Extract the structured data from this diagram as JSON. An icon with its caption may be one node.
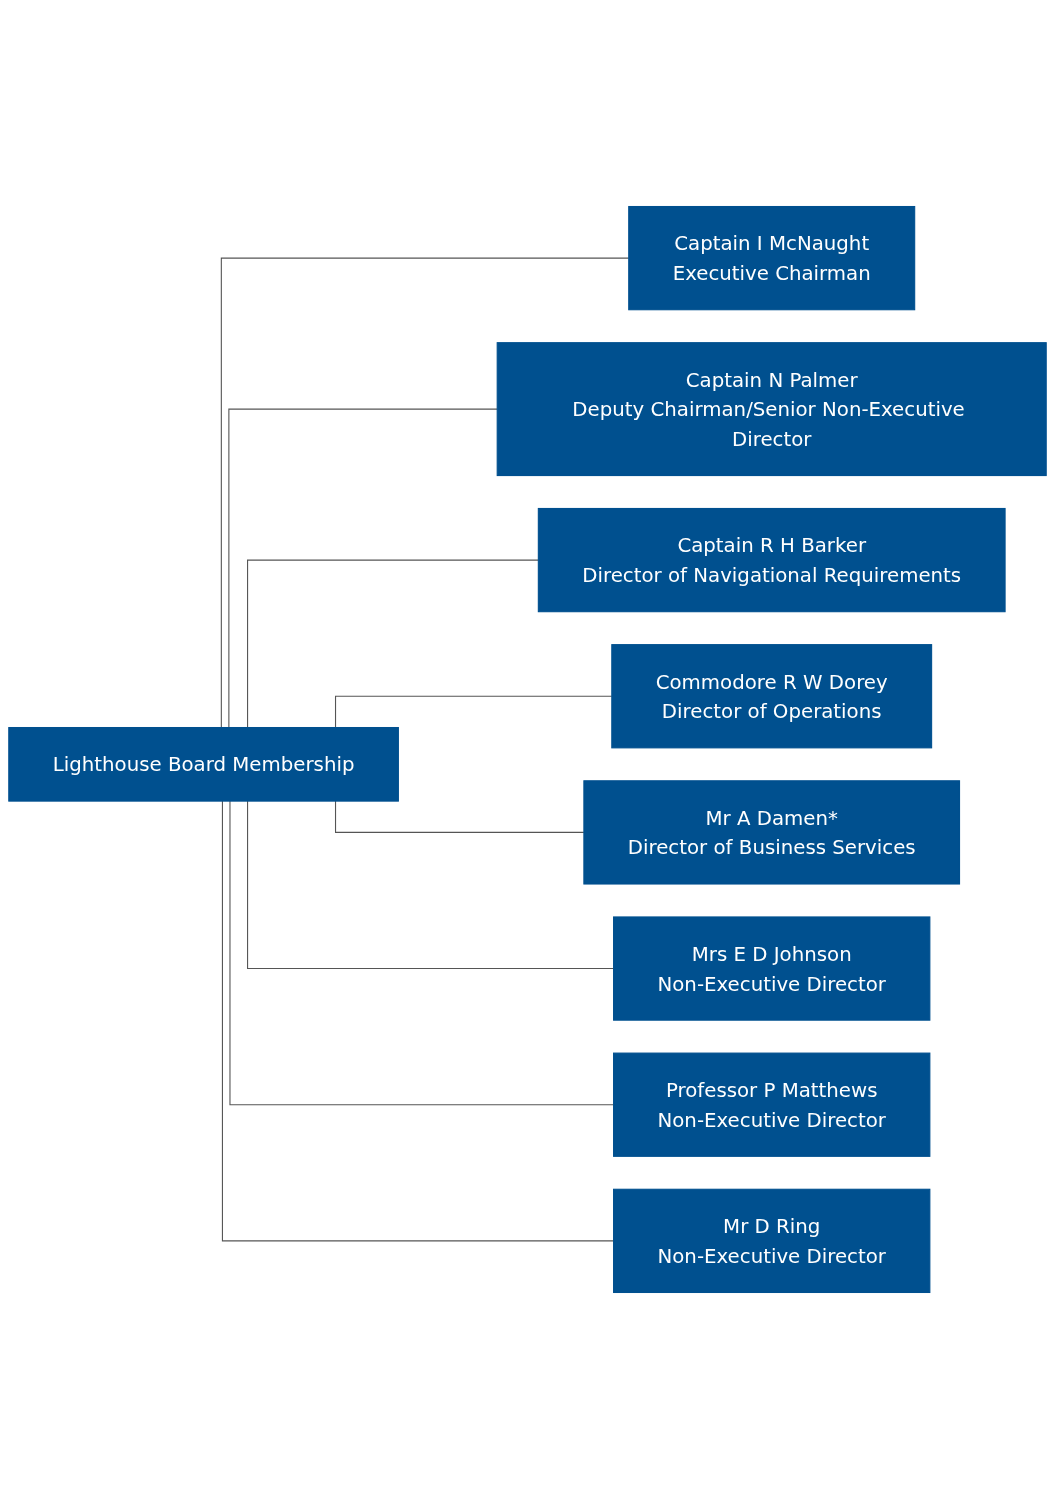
{
  "diagram": {
    "nodes": [
      {
        "text": [
          "Lighthouse Board Membership"
        ]
      },
      {
        "text": [
          "Captain I McNaught",
          "Executive Chairman"
        ]
      },
      {
        "text": [
          "Captain N Palmer",
          "Deputy Chairman/Senior Non-Executive Director"
        ]
      },
      {
        "text": [
          "Captain R H Barker",
          "Director of Navigational Requirements"
        ]
      },
      {
        "text": [
          "Commodore R W Dorey",
          "Director of Operations"
        ]
      },
      {
        "text": [
          "Mr A Damen*",
          "Director of Business Services"
        ]
      },
      {
        "text": [
          "Mrs E D Johnson",
          "Non-Executive Director"
        ]
      },
      {
        "text": [
          "Professor P Matthews",
          "Non-Executive Director"
        ]
      },
      {
        "text": [
          "Mr D Ring",
          "Non-Executive Director"
        ]
      }
    ],
    "edges": [
      {
        "from": 0,
        "to": 1,
        "arrow": "none"
      },
      {
        "from": 0,
        "to": 2,
        "arrow": "none"
      },
      {
        "from": 0,
        "to": 3,
        "arrow": "none"
      },
      {
        "from": 0,
        "to": 4,
        "arrow": "none"
      },
      {
        "from": 0,
        "to": 5,
        "arrow": "none"
      },
      {
        "from": 0,
        "to": 6,
        "arrow": "none"
      },
      {
        "from": 0,
        "to": 7,
        "arrow": "none"
      },
      {
        "from": 0,
        "to": 8,
        "arrow": "none"
      }
    ]
  }
}
